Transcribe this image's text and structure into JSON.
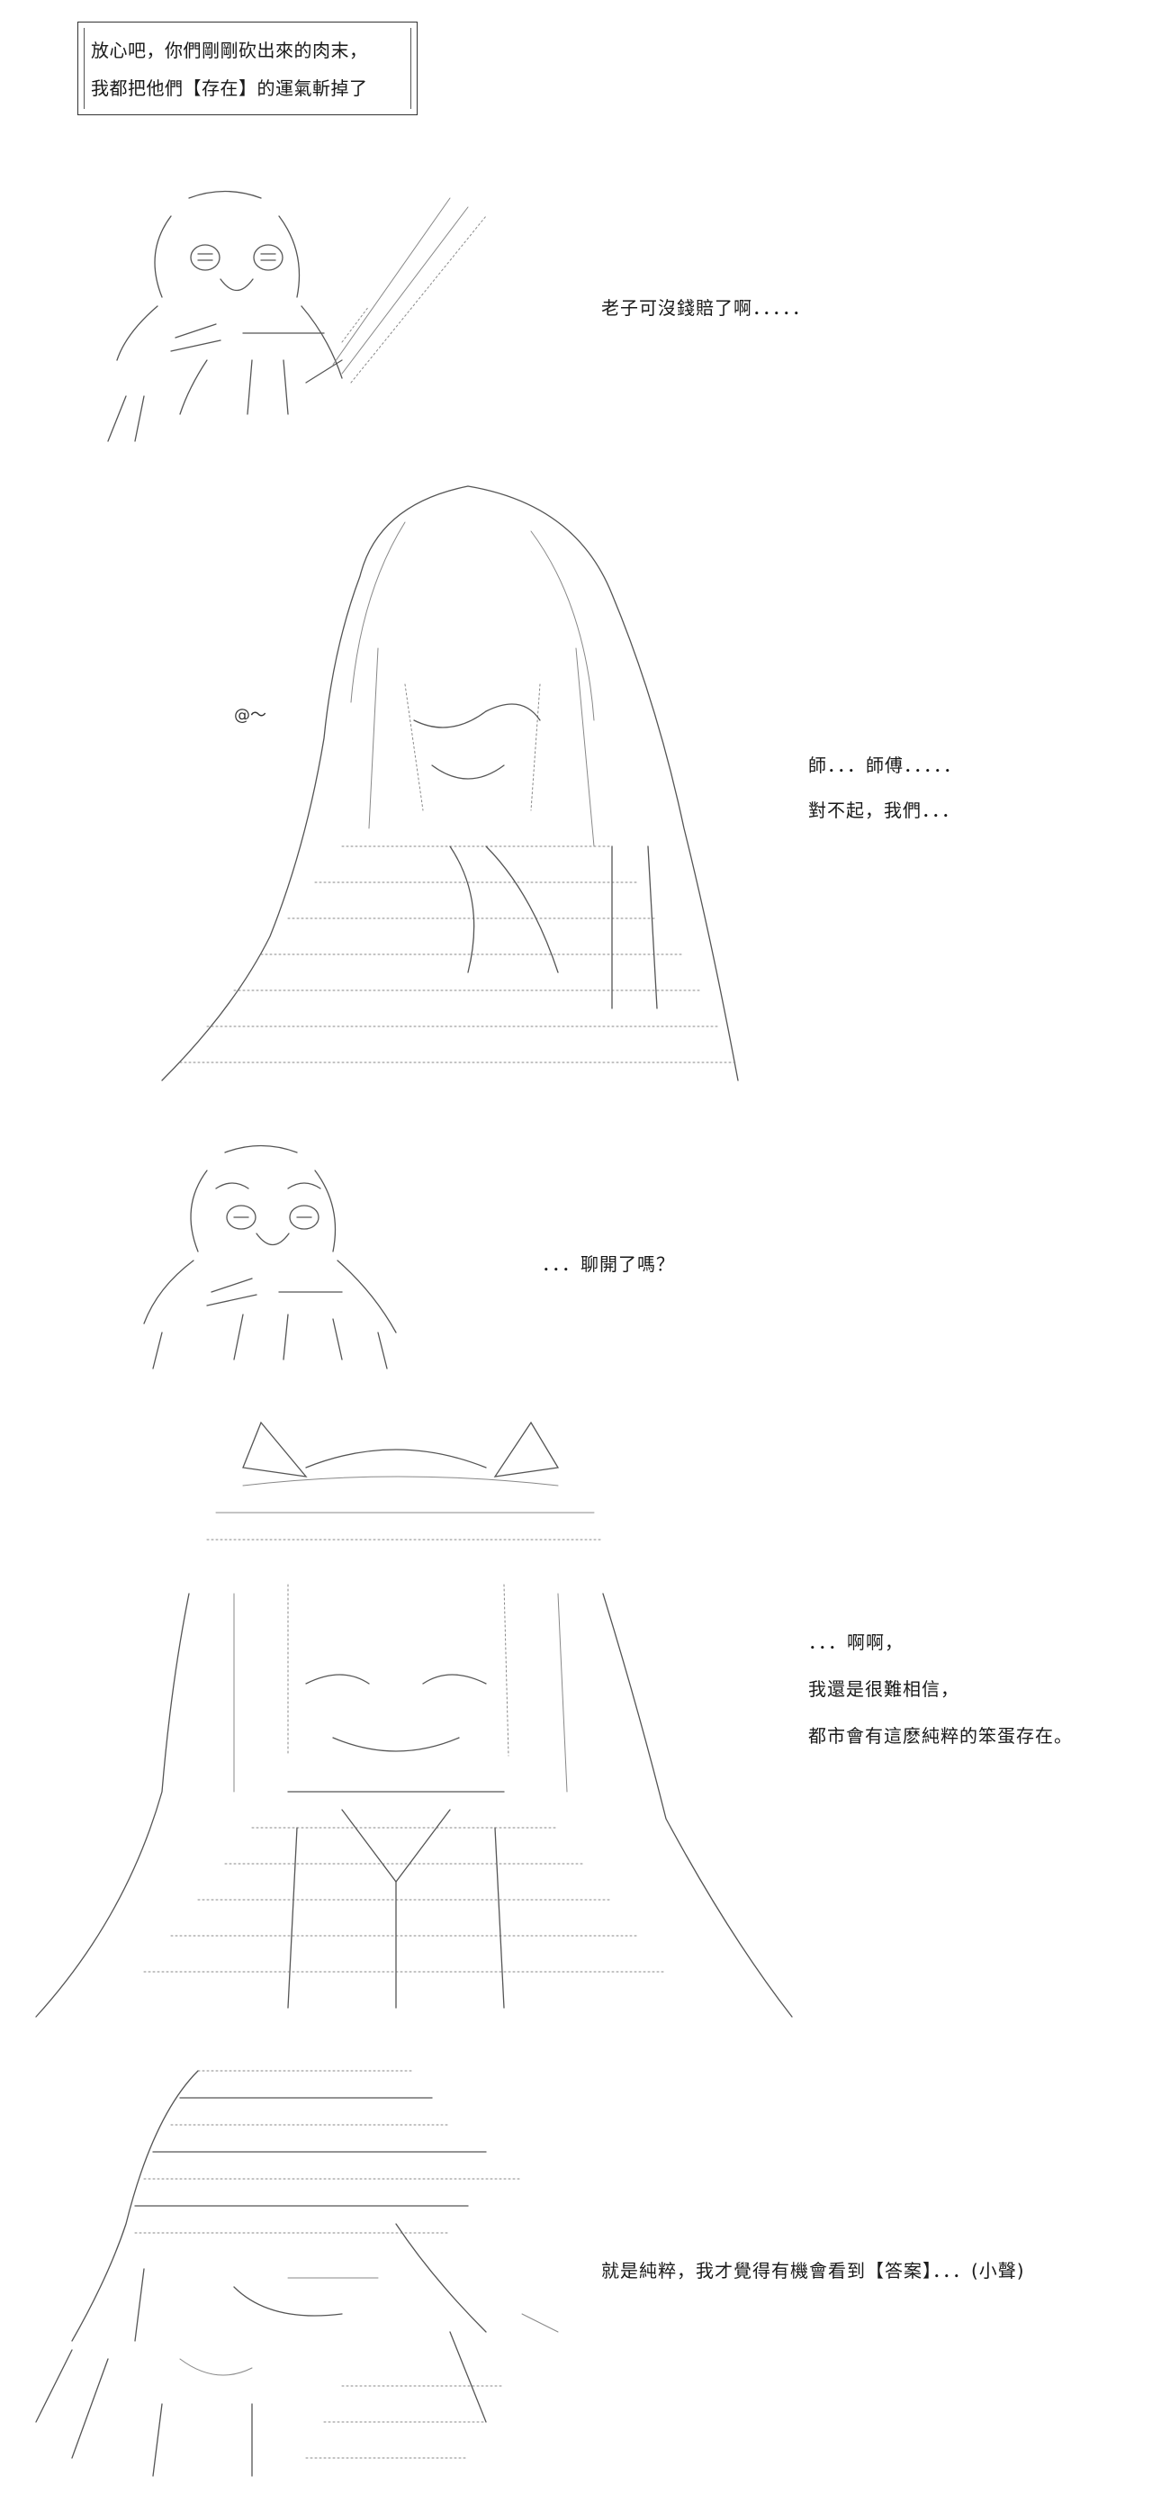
{
  "narration": {
    "lines": [
      "放心吧，你們剛剛砍出來的肉末，",
      "我都把他們【存在】的運氣斬掉了"
    ]
  },
  "scenes": [
    {
      "lines": [
        "老子可沒錢賠了啊．．．．．"
      ]
    },
    {
      "lines": [
        "師．．．師傅．．．．．",
        "對不起，我們．．．"
      ],
      "aside": "@～"
    },
    {
      "lines": [
        "．．．聊開了嗎？"
      ]
    },
    {
      "lines": [
        "．．．啊啊，",
        "我還是很難相信，",
        "都市會有這麽純粹的笨蛋存在。"
      ]
    },
    {
      "lines": [
        "就是純粹，我才覺得有機會看到【答案】．．．(小聲)"
      ]
    }
  ]
}
